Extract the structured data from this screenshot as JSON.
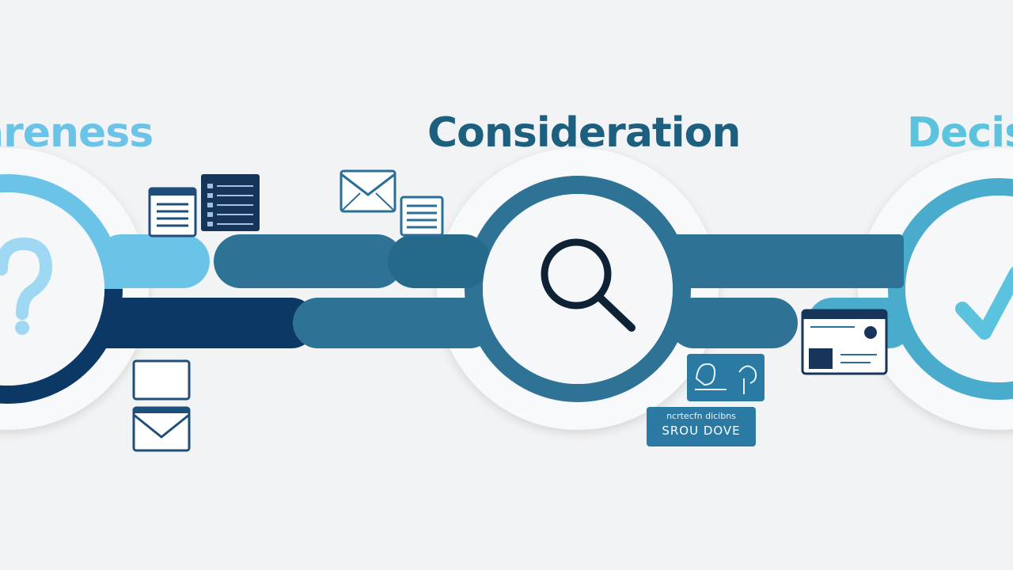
{
  "stages": [
    {
      "label": "areness",
      "icon": "question-mark-icon",
      "color": "#6cc3e8"
    },
    {
      "label": "Consideration",
      "icon": "magnifier-icon",
      "color": "#1d5f7f"
    },
    {
      "label": "Decis",
      "icon": "checkmark-icon",
      "color": "#5cc3df"
    }
  ],
  "badge": {
    "top_text": "ncrtecfn dicibns",
    "main_text": "SROU DOVE"
  },
  "colors": {
    "light_blue": "#6cc3e8",
    "teal": "#2e7395",
    "navy": "#0c3866",
    "cyan": "#5cc3df",
    "background": "#f2f3f4"
  }
}
